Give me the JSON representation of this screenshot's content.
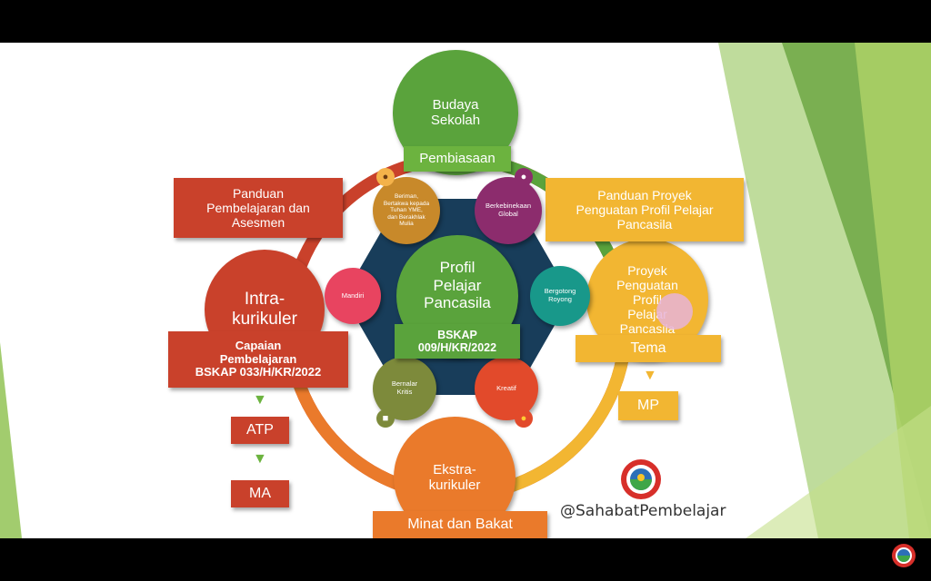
{
  "center": {
    "title": "Profil\nPelajar\nPancasila",
    "ref": "BSKAP\n009/H/KR/2022"
  },
  "nodes": {
    "budaya": "Budaya\nSekolah",
    "pembiasaan": "Pembiasaan",
    "intra": "Intra-\nkurikuler",
    "ekstra": "Ekstra-\nkurikuler",
    "minat": "Minat dan Bakat",
    "proyek": "Proyek\nPenguatan\nProfil\nPelajar\nPancasila",
    "tema": "Tema",
    "mp": "MP"
  },
  "boxes": {
    "panduan_pembelajaran": "Panduan\nPembelajaran dan\nAsesmen",
    "panduan_proyek": "Panduan Proyek\nPenguatan Profil Pelajar\nPancasila",
    "capaian": "Capaian\nPembelajaran\nBSKAP 033/H/KR/2022",
    "atp": "ATP",
    "ma": "MA"
  },
  "dimensions": {
    "beriman": "Beriman,\nBertakwa kepada\nTuhan YME,\ndan Berakhlak\nMulia",
    "berkebinekaan": "Berkebinekaan\nGlobal",
    "mandiri": "Mandiri",
    "gotong": "Bergotong\nRoyong",
    "bernalar": "Bernalar\nKritis",
    "kreatif": "Kreatif"
  },
  "watermark": "@SahabatPembelajar",
  "colors": {
    "green": "#5aa33c",
    "red": "#c9412b",
    "orange": "#ea7a2b",
    "yellow": "#f2b632",
    "navy": "#183d5a",
    "ring": "#e9a23b"
  }
}
